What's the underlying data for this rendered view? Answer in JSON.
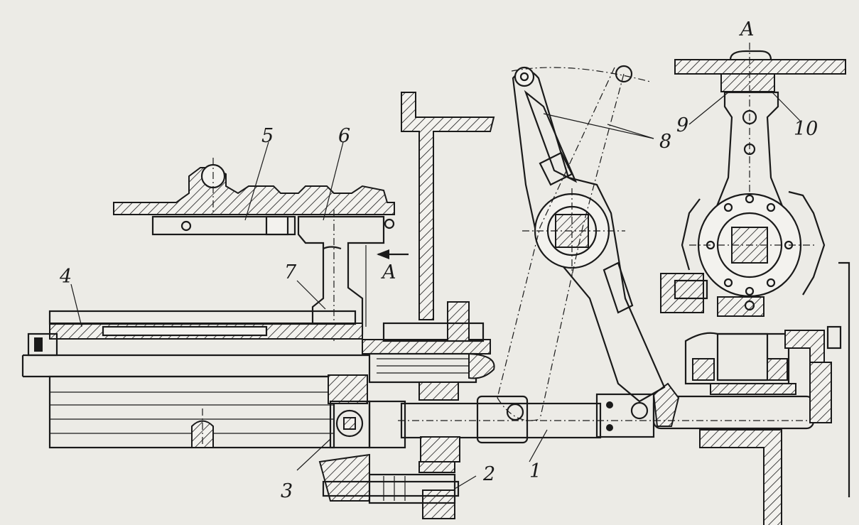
{
  "labels": {
    "l1": "1",
    "l2": "2",
    "l3": "3",
    "l4": "4",
    "l5": "5",
    "l6": "6",
    "l7": "7",
    "l8": "8",
    "l9": "9",
    "l10": "10",
    "section_mark": "A",
    "view_title": "A"
  },
  "colors": {
    "paper": "#ecebe6",
    "ink": "#1a1a1a"
  }
}
